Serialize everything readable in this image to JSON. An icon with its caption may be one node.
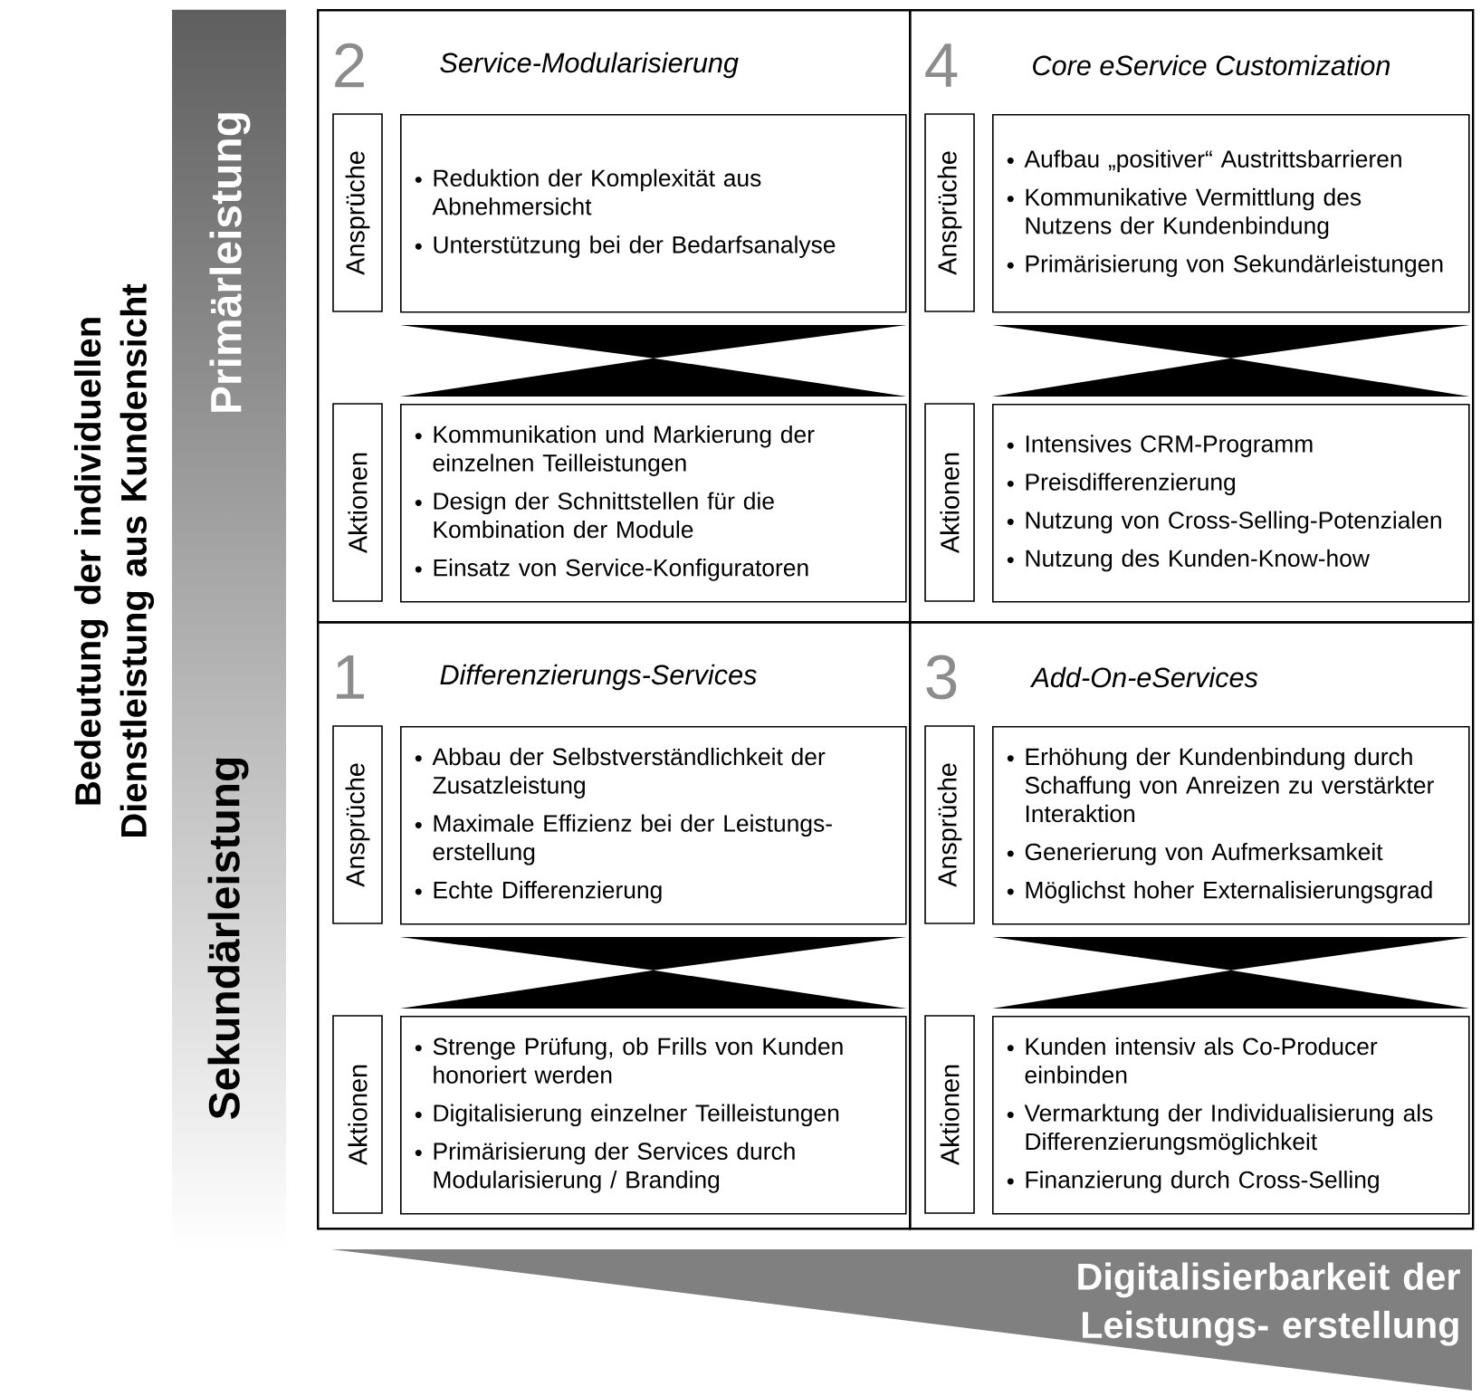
{
  "diagram": {
    "nodes": [
      {
        "text": [
          "Primärleistung",
          "Sekundärleistung"
        ]
      },
      {
        "text": [
          "2",
          "Service-Modularisierung"
        ]
      },
      {
        "text": [
          "Ansprüche"
        ],
        "in": 1
      },
      {
        "text": [
          "Reduktion der Komplexität aus Abnehmersicht",
          "Unterstützung bei der Bedarfsanalyse"
        ],
        "in": 1
      },
      {
        "text": [
          "Aktionen"
        ],
        "in": 1
      },
      {
        "text": [
          "Kommunikation und Markierung der einzelnen Teilleistungen",
          "Design der Schnittstellen für die Kombination der Module",
          "Einsatz von Service-Konfiguratoren"
        ],
        "in": 1
      },
      {
        "text": [
          "4",
          "Core eService Customization"
        ]
      },
      {
        "text": [
          "Ansprüche"
        ],
        "in": 6
      },
      {
        "text": [
          "Aufbau „positiver“ Austrittsbarrieren",
          "Kommunikative Vermittlung des Nutzens der Kundenbindung",
          "Primärisierung von Sekundärleistungen"
        ],
        "in": 6
      },
      {
        "text": [
          "Aktionen"
        ],
        "in": 6
      },
      {
        "text": [
          "Intensives CRM-Programm",
          "Preisdifferenzierung",
          "Nutzung von Cross-Selling-Potenzialen",
          "Nutzung des Kunden-Know-how"
        ],
        "in": 6
      },
      {
        "text": [
          "1",
          "Differenzierungs-Services"
        ]
      },
      {
        "text": [
          "Ansprüche"
        ],
        "in": 11
      },
      {
        "text": [
          "Abbau der Selbstverständlichkeit der Zusatzleistung",
          "Maximale Effizienz bei der Leistungs- erstellung",
          "Echte Differenzierung"
        ],
        "in": 11
      },
      {
        "text": [
          "Aktionen"
        ],
        "in": 11
      },
      {
        "text": [
          "Strenge Prüfung, ob Frills von Kunden honoriert werden",
          "Digitalisierung einzelner Teilleistungen",
          "Primärisierung der Services durch Modularisierung / Branding"
        ],
        "in": 11
      },
      {
        "text": [
          "3",
          "Add-On-eServices"
        ]
      },
      {
        "text": [
          "Ansprüche"
        ],
        "in": 16
      },
      {
        "text": [
          "Erhöhung der Kundenbindung durch Schaffung von Anreizen zu verstärkter Interaktion",
          "Generierung von Aufmerksamkeit",
          "Möglichst hoher Externalisierungsgrad"
        ],
        "in": 16
      },
      {
        "text": [
          "Aktionen"
        ],
        "in": 16
      },
      {
        "text": [
          "Kunden intensiv als Co-Producer einbinden",
          "Vermarktung der Individualisierung als Differenzierungsmöglichkeit",
          "Finanzierung durch Cross-Selling"
        ],
        "in": 16
      },
      {
        "text": [
          "Digitalisierbarkeit der Leistungs- erstellung"
        ]
      }
    ],
    "edges": [
      {
        "from": 3,
        "to": 5,
        "arrow": "none"
      },
      {
        "from": 8,
        "to": 10,
        "arrow": "none"
      },
      {
        "from": 13,
        "to": 15,
        "arrow": "none"
      },
      {
        "from": 18,
        "to": 20,
        "arrow": "none"
      }
    ],
    "labels": [
      "Bedeutung der individuellen Dienstleistung aus Kundensicht"
    ]
  }
}
